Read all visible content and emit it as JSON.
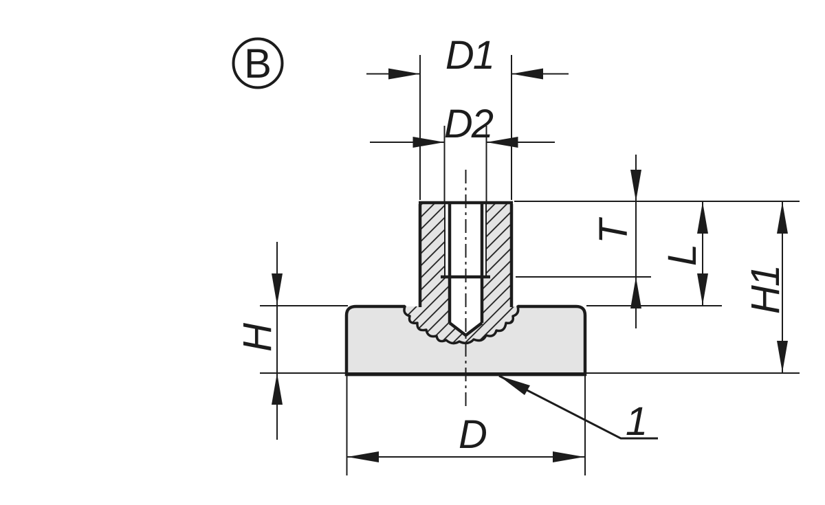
{
  "drawing": {
    "type": "technical-section-drawing",
    "view_label": "B",
    "dimensions": {
      "d1": "D1",
      "d2": "D2",
      "t": "T",
      "l": "L",
      "h1": "H1",
      "h": "H",
      "d": "D"
    },
    "callout": "1",
    "colors": {
      "line": "#1c1c1c",
      "part_fill": "#e4e4e4",
      "background": "#ffffff"
    }
  }
}
